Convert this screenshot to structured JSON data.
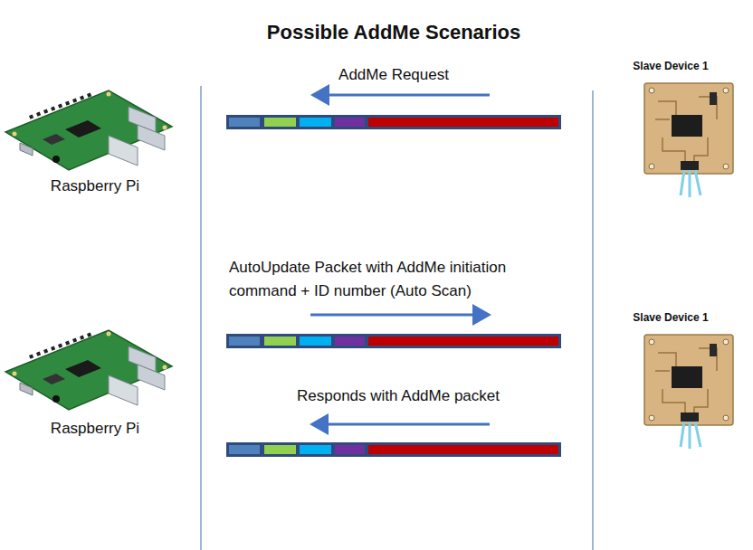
{
  "diagram": {
    "title": "Possible AddMe Scenarios",
    "labels": [
      "AddMe Request",
      "Raspberry Pi",
      "Slave Device 1",
      "AutoUpdate Packet with AddMe initiation command + ID number (Auto Scan)",
      "Raspberry Pi",
      "Slave Device 1",
      "Responds with AddMe packet"
    ]
  }
}
